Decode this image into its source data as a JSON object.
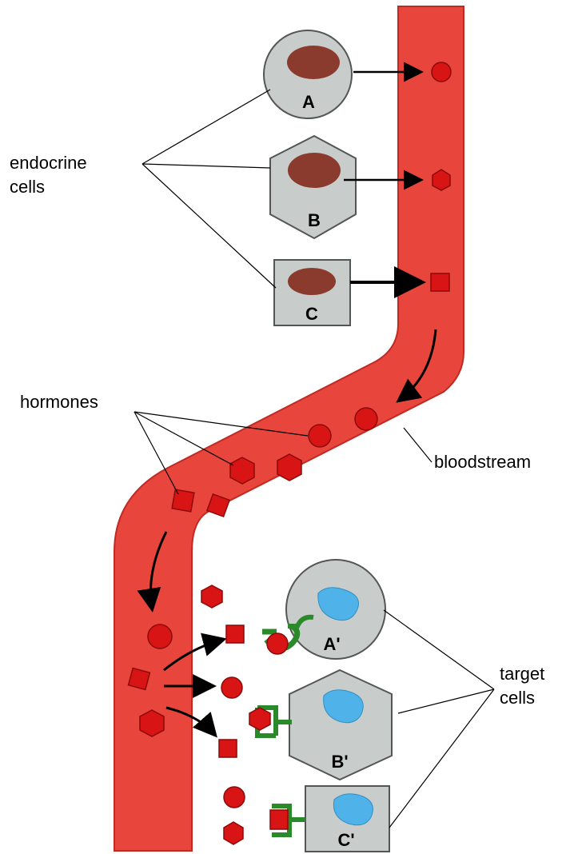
{
  "labels": {
    "endocrine_line1": "endocrine",
    "endocrine_line2": "cells",
    "hormones": "hormones",
    "bloodstream": "bloodstream",
    "target_line1": "target",
    "target_line2": "cells"
  },
  "cells": {
    "a": "A",
    "b": "B",
    "c": "C",
    "a_prime": "A'",
    "b_prime": "B'",
    "c_prime": "C'"
  },
  "colors": {
    "vessel": "#e8453c",
    "vessel_edge": "#c02a22",
    "hormone": "#d81414",
    "hormone_edge": "#8c0a0a",
    "cell_fill": "#c8cdcb",
    "nucleus": "#8b3a2e",
    "target_nucleus": "#4fb3ea",
    "receptor": "#2a8a2a"
  }
}
